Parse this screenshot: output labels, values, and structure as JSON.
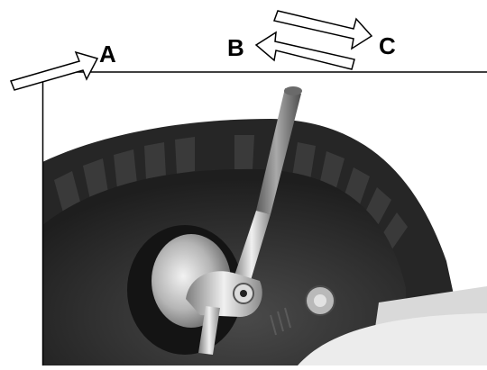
{
  "labels": {
    "a": "A",
    "b": "B",
    "c": "C"
  },
  "colors": {
    "background": "#ffffff",
    "frame": "#000000",
    "gear_body": "#2b2b2b",
    "gear_teeth": "#1f1f1f",
    "lever": "#8a8a8a",
    "hub": "#c8c8c8",
    "housing": "#d4d4d4"
  },
  "icons": [
    "arrow-a-icon",
    "arrow-b-icon",
    "arrow-c-icon",
    "photo-frame"
  ]
}
